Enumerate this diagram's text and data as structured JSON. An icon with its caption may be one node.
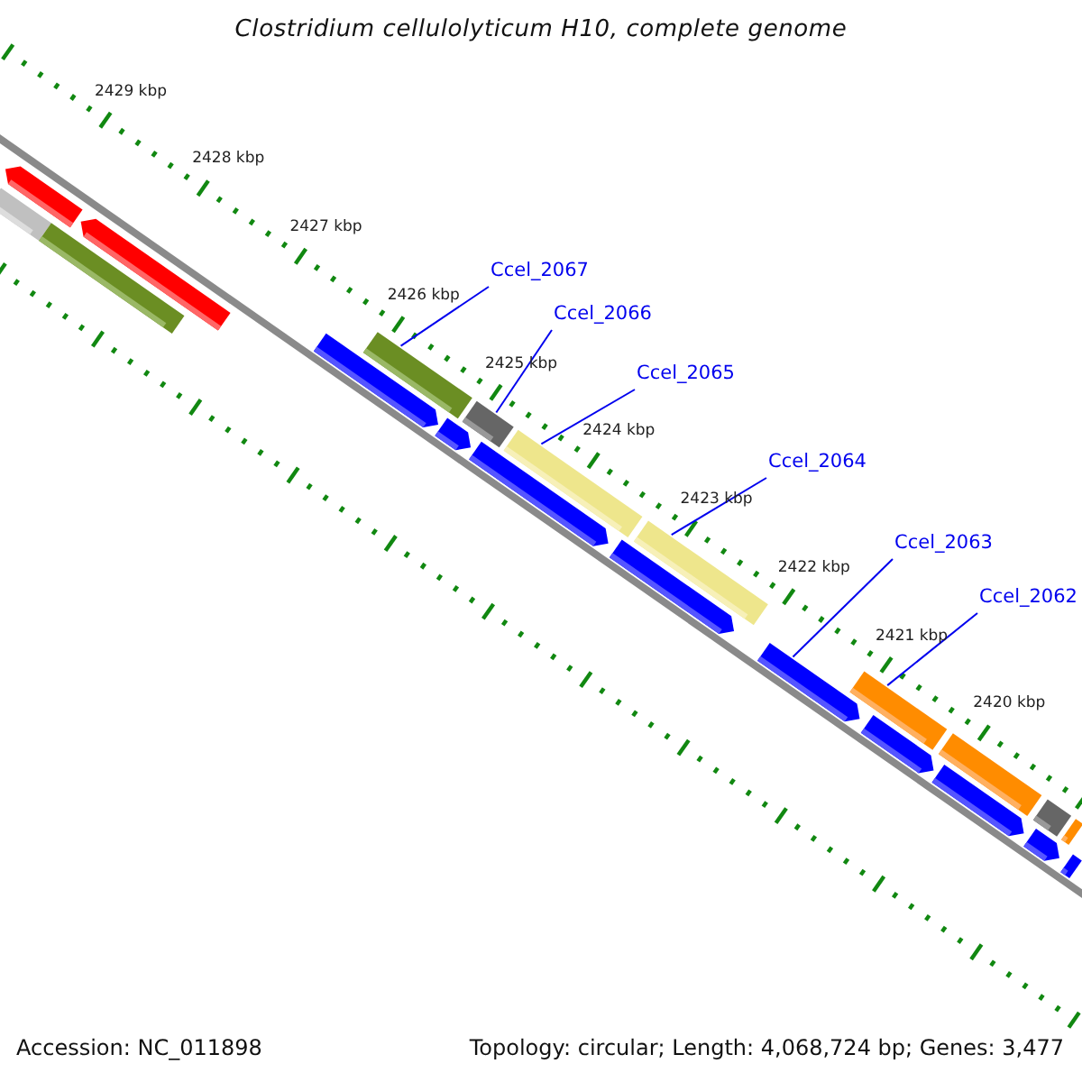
{
  "diagram": {
    "title": "Clostridium cellulolyticum H10, complete genome",
    "nodes": [
      {
        "text": [
          "Ccel_2067"
        ]
      },
      {
        "text": [
          "Ccel_2066"
        ]
      },
      {
        "text": [
          "Ccel_2065"
        ]
      },
      {
        "text": [
          "Ccel_2064"
        ]
      },
      {
        "text": [
          "Ccel_2063"
        ]
      },
      {
        "text": [
          "Ccel_2062"
        ]
      },
      {
        "text": [],
        "shape": "bar"
      },
      {
        "text": [],
        "shape": "bar"
      },
      {
        "text": [],
        "shape": "bar"
      },
      {
        "text": [],
        "shape": "bar"
      },
      {
        "text": [],
        "shape": "bar"
      },
      {
        "text": [],
        "shape": "bar"
      },
      {
        "text": [],
        "shape": "bar"
      },
      {
        "text": [],
        "shape": "bar"
      },
      {
        "text": [],
        "shape": "bar"
      },
      {
        "text": [],
        "shape": "bar"
      },
      {
        "text": [],
        "shape": "bar"
      },
      {
        "text": [],
        "shape": "bar"
      },
      {
        "text": [],
        "shape": "bar"
      },
      {
        "text": [],
        "shape": "bar"
      },
      {
        "text": [],
        "shape": "bar"
      },
      {
        "text": [],
        "shape": "bar"
      },
      {
        "text": [],
        "shape": "bar"
      },
      {
        "text": [],
        "shape": "bar"
      },
      {
        "text": [],
        "shape": "bar"
      },
      {
        "text": [],
        "shape": "bar"
      },
      {
        "text": [],
        "shape": "bar"
      }
    ],
    "edges": [
      {
        "from": 0,
        "to": 11,
        "arrow": "none"
      },
      {
        "from": 1,
        "to": 13,
        "arrow": "none"
      },
      {
        "from": 2,
        "to": 15,
        "arrow": "none"
      },
      {
        "from": 3,
        "to": 17,
        "arrow": "none"
      },
      {
        "from": 4,
        "to": 18,
        "arrow": "none"
      },
      {
        "from": 5,
        "to": 19,
        "arrow": "none"
      }
    ],
    "labels": [
      "2429 kbp",
      "2428 kbp",
      "2427 kbp",
      "2426 kbp",
      "2425 kbp",
      "2424 kbp",
      "2423 kbp",
      "2422 kbp",
      "2421 kbp",
      "2420 kbp",
      "Accession: NC_011898",
      "Topology: circular; Length: 4,068,724 bp; Genes: 3,477"
    ]
  }
}
